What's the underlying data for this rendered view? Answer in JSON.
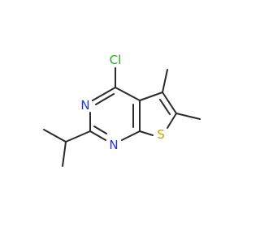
{
  "molecule": {
    "atoms": {
      "cl": {
        "label": "Cl",
        "color": "#22aa22"
      },
      "n_top": {
        "label": "N",
        "color": "#2233dd"
      },
      "n_bottom": {
        "label": "N",
        "color": "#2233dd"
      },
      "s": {
        "label": "S",
        "color": "#c8a200"
      }
    },
    "bond_color": "#2b2b2b"
  }
}
